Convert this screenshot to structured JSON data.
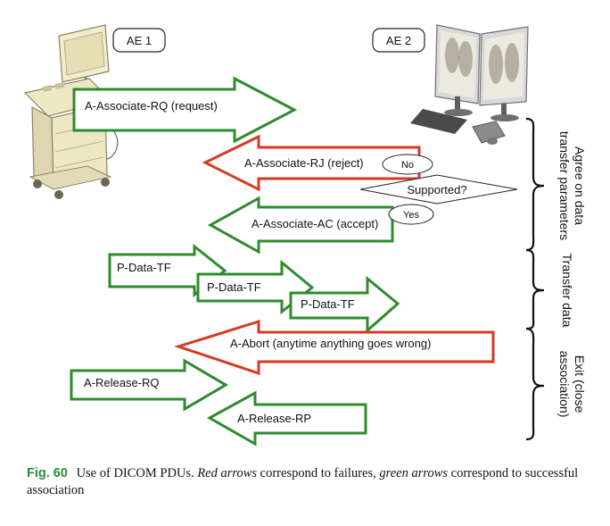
{
  "colors": {
    "success": "#2e8b2e",
    "failure": "#d63a25"
  },
  "ae1": {
    "label": "AE 1"
  },
  "ae2": {
    "label": "AE 2"
  },
  "arrows": {
    "associate_rq": "A-Associate-RQ (request)",
    "associate_rj": "A-Associate-RJ (reject)",
    "associate_ac": "A-Associate-AC (accept)",
    "data_tf_1": "P-Data-TF",
    "data_tf_2": "P-Data-TF",
    "data_tf_3": "P-Data-TF",
    "abort": "A-Abort (anytime anything goes wrong)",
    "release_rq": "A-Release-RQ",
    "release_rp": "A-Release-RP"
  },
  "decision": {
    "question": "Supported?",
    "no": "No",
    "yes": "Yes"
  },
  "phases": {
    "agree_line1": "Agree on data",
    "agree_line2": "transfer parameters",
    "transfer": "Transfer data",
    "exit_line1": "Exit (close",
    "exit_line2": "association)"
  },
  "caption": {
    "fig": "Fig. 60",
    "text_1": "Use of DICOM PDUs.",
    "red": "Red arrows",
    "text_2": "correspond to failures,",
    "green": "green arrows",
    "text_3": "correspond to successful association"
  }
}
